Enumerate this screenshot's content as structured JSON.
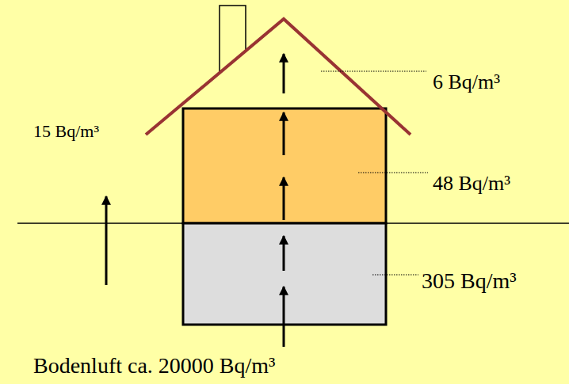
{
  "diagram": {
    "labels": [
      "6 Bq/m³",
      "15 Bq/m³",
      "48 Bq/m³",
      "305 Bq/m³",
      "Bodenluft ca. 20000 Bq/m³"
    ]
  }
}
